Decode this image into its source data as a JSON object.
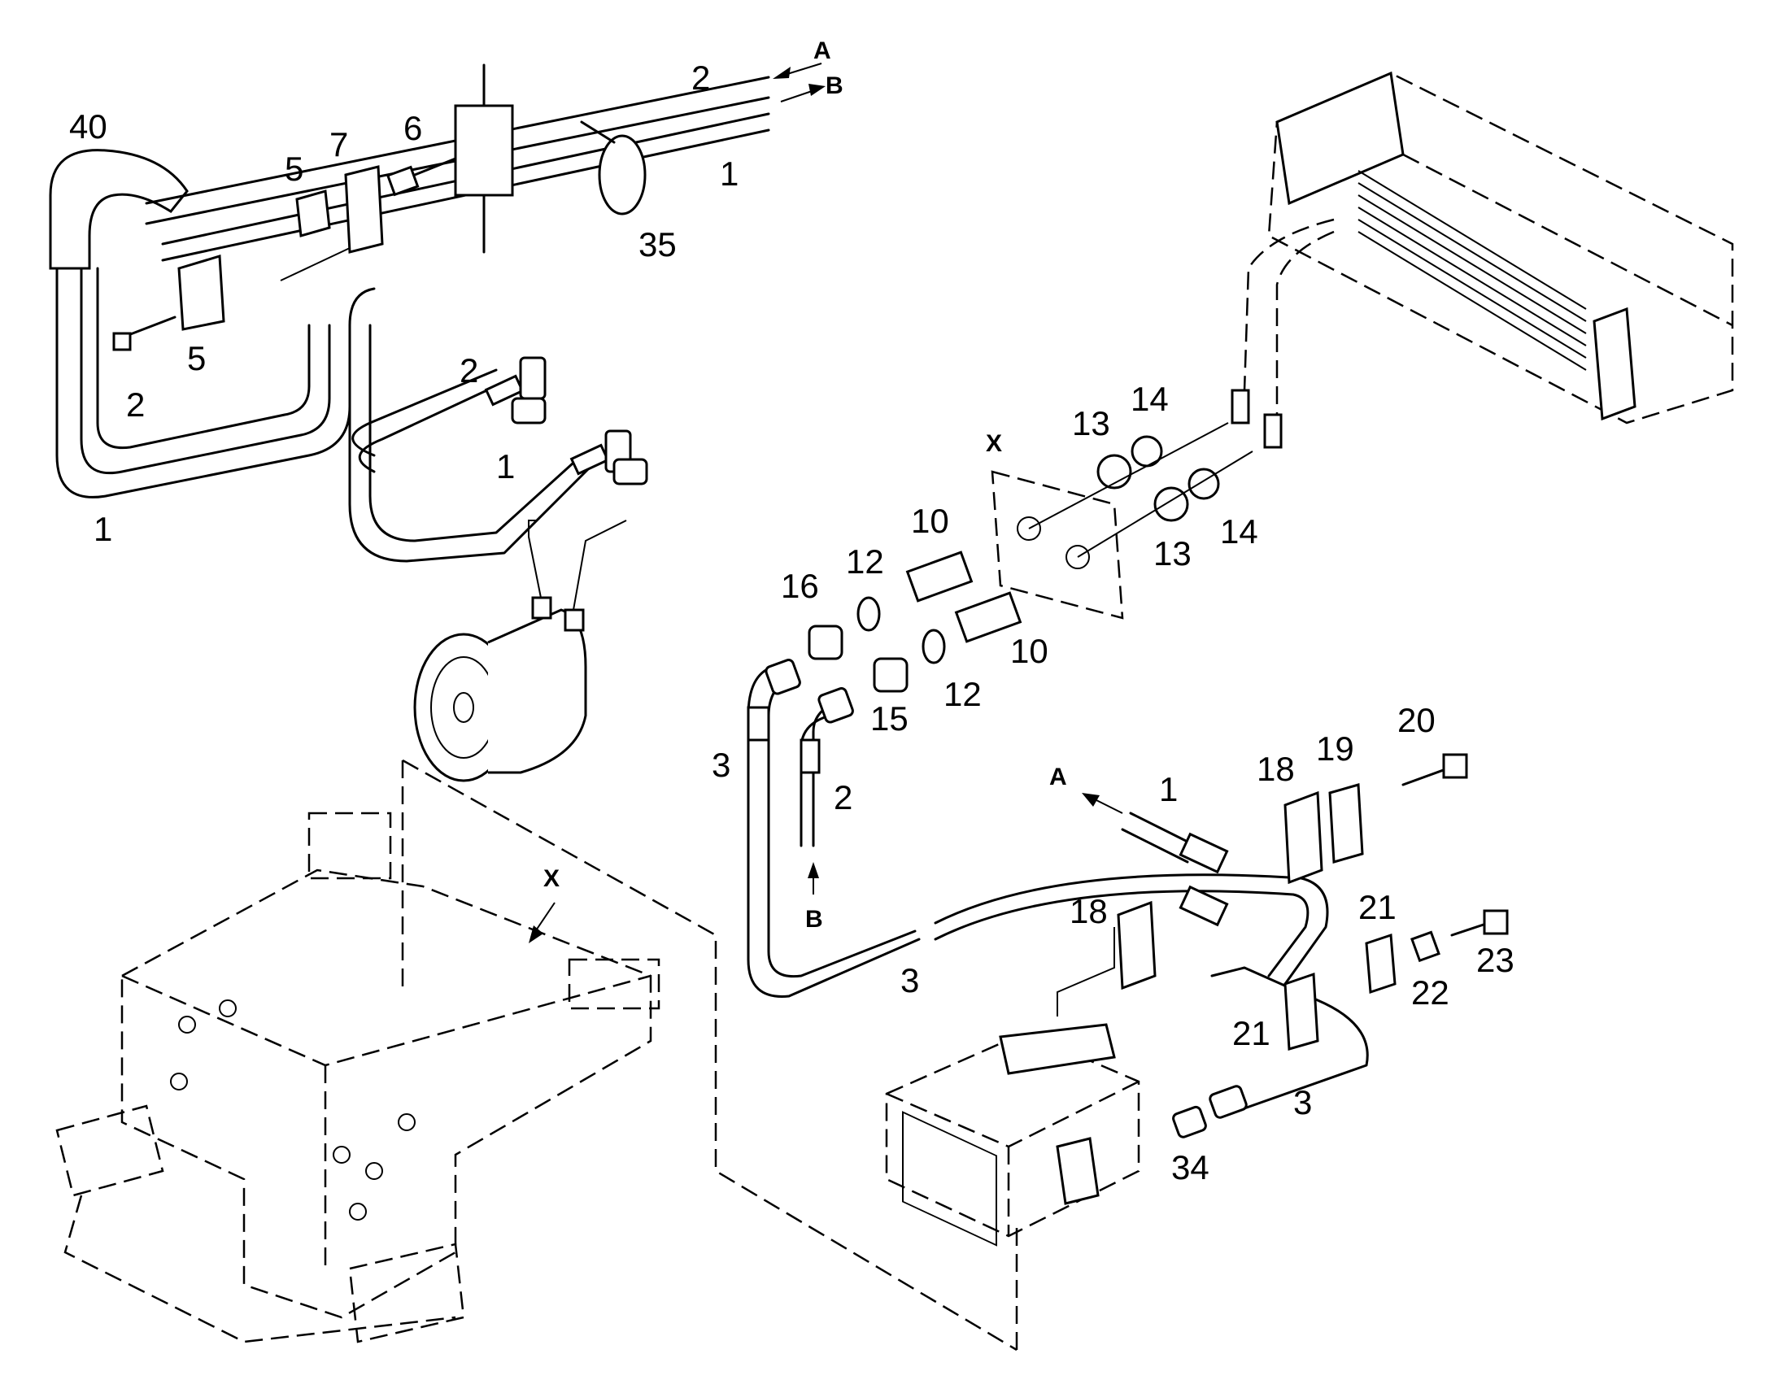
{
  "callouts": [
    {
      "id": "c40",
      "text": "40"
    },
    {
      "id": "c5a",
      "text": "5"
    },
    {
      "id": "c7",
      "text": "7"
    },
    {
      "id": "c6",
      "text": "6"
    },
    {
      "id": "c2a",
      "text": "2"
    },
    {
      "id": "cA1",
      "text": "A"
    },
    {
      "id": "cB1",
      "text": "B"
    },
    {
      "id": "c1a",
      "text": "1"
    },
    {
      "id": "c35",
      "text": "35"
    },
    {
      "id": "c5b",
      "text": "5"
    },
    {
      "id": "c2b",
      "text": "2"
    },
    {
      "id": "c2c",
      "text": "2"
    },
    {
      "id": "c1b",
      "text": "1"
    },
    {
      "id": "c1c",
      "text": "1"
    },
    {
      "id": "cX1",
      "text": "X"
    },
    {
      "id": "c13a",
      "text": "13"
    },
    {
      "id": "c14a",
      "text": "14"
    },
    {
      "id": "c13b",
      "text": "13"
    },
    {
      "id": "c14b",
      "text": "14"
    },
    {
      "id": "c10a",
      "text": "10"
    },
    {
      "id": "c12a",
      "text": "12"
    },
    {
      "id": "c16",
      "text": "16"
    },
    {
      "id": "c10b",
      "text": "10"
    },
    {
      "id": "c12b",
      "text": "12"
    },
    {
      "id": "c15",
      "text": "15"
    },
    {
      "id": "c3a",
      "text": "3"
    },
    {
      "id": "c2d",
      "text": "2"
    },
    {
      "id": "cB2",
      "text": "B"
    },
    {
      "id": "cA2",
      "text": "A"
    },
    {
      "id": "c1d",
      "text": "1"
    },
    {
      "id": "c18a",
      "text": "18"
    },
    {
      "id": "c19",
      "text": "19"
    },
    {
      "id": "c20",
      "text": "20"
    },
    {
      "id": "c18b",
      "text": "18"
    },
    {
      "id": "c21a",
      "text": "21"
    },
    {
      "id": "c22",
      "text": "22"
    },
    {
      "id": "c23",
      "text": "23"
    },
    {
      "id": "c21b",
      "text": "21"
    },
    {
      "id": "c3b",
      "text": "3"
    },
    {
      "id": "c3c",
      "text": "3"
    },
    {
      "id": "c34",
      "text": "34"
    },
    {
      "id": "cX2",
      "text": "X"
    }
  ]
}
